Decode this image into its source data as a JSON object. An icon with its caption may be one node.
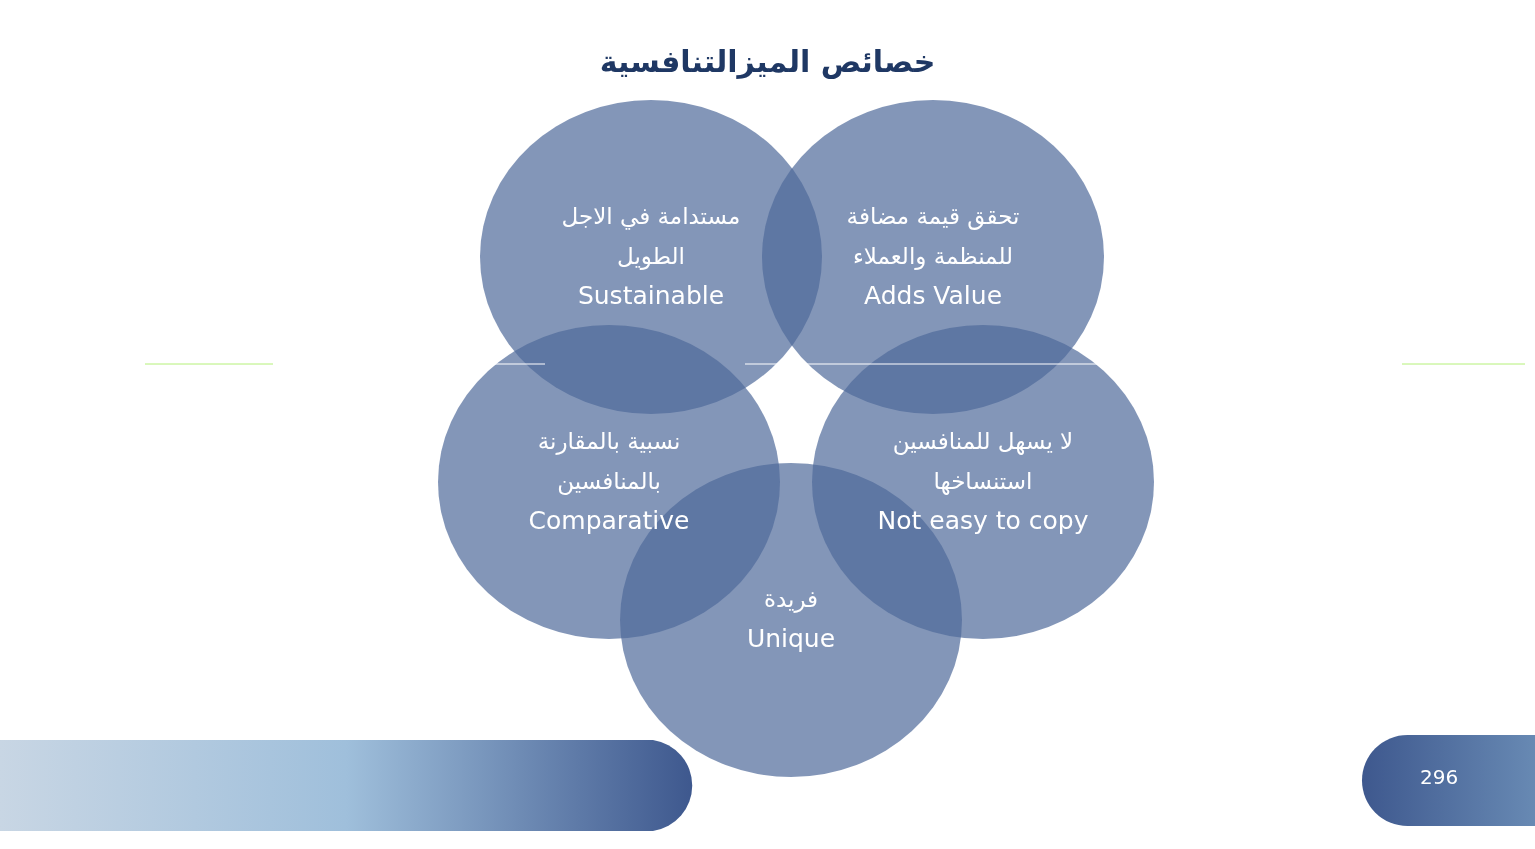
{
  "diagram": {
    "title": "خصائص الميزالتنافسية",
    "nodes": [
      {
        "text": [
          "مستدامة في الاجل الطويل",
          "Sustainable"
        ]
      },
      {
        "text": [
          "تحقق قيمة مضافة للمنظمة والعملاء",
          "Adds Value"
        ]
      },
      {
        "text": [
          "نسبية بالمقارنة بالمنافسين",
          "Comparative"
        ]
      },
      {
        "text": [
          "لا يسهل للمنافسين استنساخها",
          "Not easy to copy"
        ]
      },
      {
        "text": [
          "فريدة",
          "Unique"
        ]
      }
    ],
    "labels": [
      "296"
    ]
  }
}
